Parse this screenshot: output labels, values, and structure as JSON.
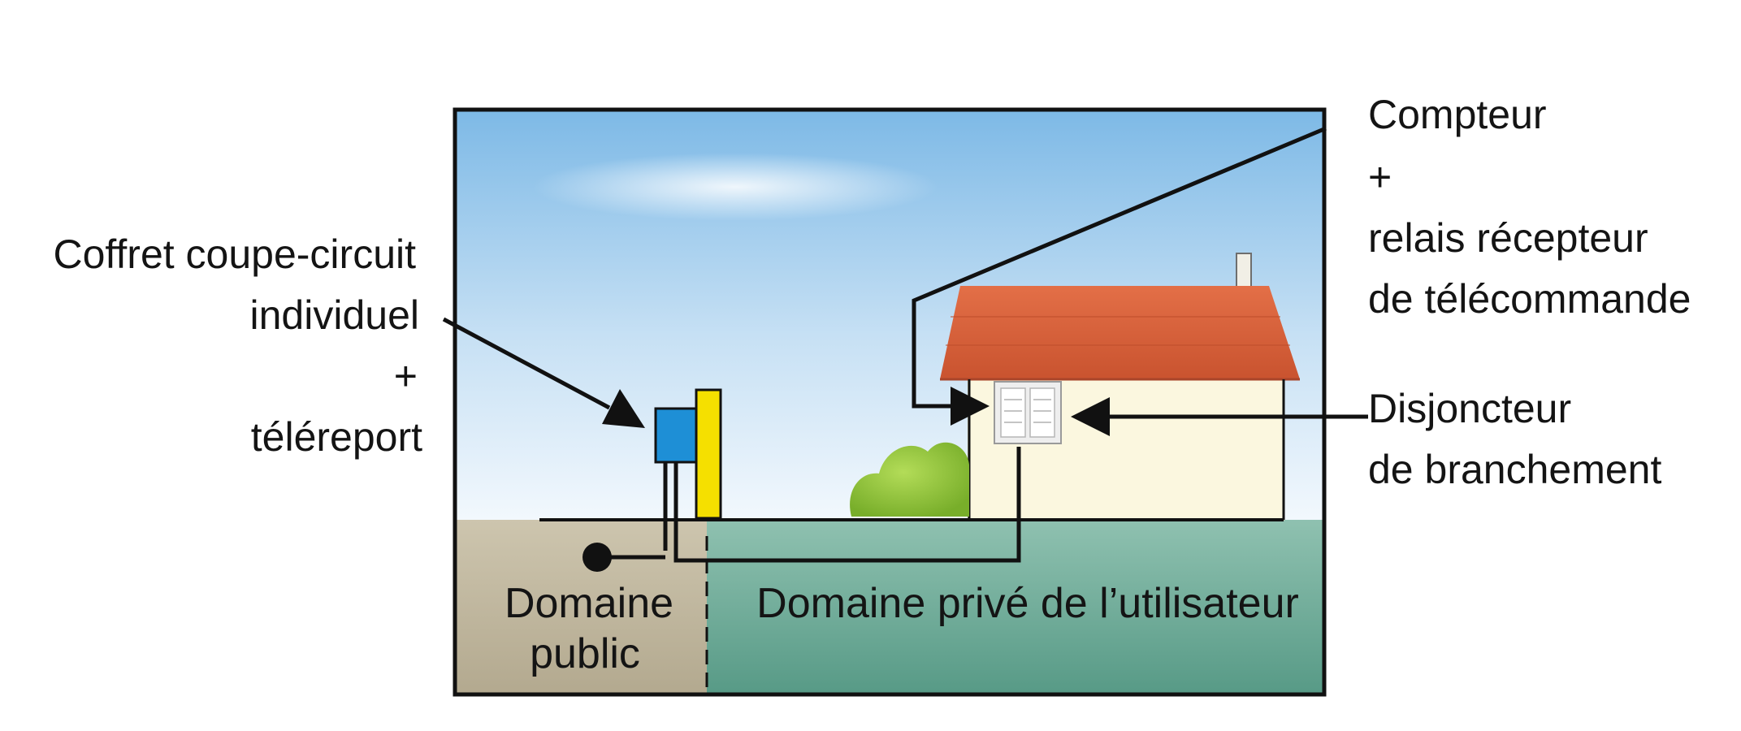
{
  "labels": {
    "coffret": {
      "line1": "Coffret coupe-circuit",
      "line2": "individuel",
      "line3": "+",
      "line4": "téléreport"
    },
    "compteur": {
      "line1": "Compteur",
      "line2": "+",
      "line3": "relais récepteur",
      "line4": "de télécommande"
    },
    "disjoncteur": {
      "line1": "Disjoncteur",
      "line2": "de branchement"
    },
    "domaine_public": {
      "line1": "Domaine",
      "line2": "public"
    },
    "domaine_prive": "Domaine privé de l’utilisateur"
  },
  "colors": {
    "sky_top": "#7db9e6",
    "sky_bottom": "#f2f8fd",
    "ground_public": "#c2b9a1",
    "ground_private": "#6fac99",
    "roof": "#d9603c",
    "wall": "#fbf7df",
    "coffret_blue": "#1e8fd6",
    "coffret_yellow": "#f5e000",
    "bush": "#93c63d",
    "line": "#111111"
  },
  "icons": {
    "house": "house-icon",
    "bush": "bush-icon",
    "coffret": "coffret-box-icon",
    "compteur": "meter-panel-icon",
    "connection": "connection-point-icon"
  }
}
